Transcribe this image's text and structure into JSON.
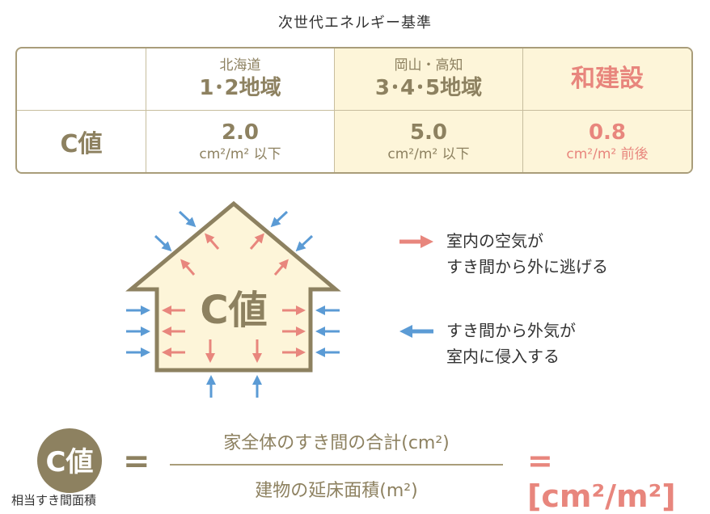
{
  "title": "次世代エネルギー基準",
  "table": {
    "col1_top": "北海道",
    "col1_main": "1･2地域",
    "col2_top": "岡山・高知",
    "col2_main": "3･4･5地域",
    "col3_main": "和建設",
    "row_label": "C値",
    "val1": "2.0",
    "val1_unit": "cm²/m² 以下",
    "val2": "5.0",
    "val2_unit": "cm²/m² 以下",
    "val3": "0.8",
    "val3_unit": "cm²/m² 前後"
  },
  "house_label": "C値",
  "legend": {
    "out_line1": "室内の空気が",
    "out_line2": "すき間から外に逃げる",
    "in_line1": "すき間から外気が",
    "in_line2": "室内に侵入する"
  },
  "formula": {
    "badge": "C値",
    "badge_sub": "相当すき間面積",
    "equals": "=",
    "numerator": "家全体のすき間の合計(cm²)",
    "denominator": "建物の延床面積(m²)",
    "result": "= [cm²/m²]"
  },
  "colors": {
    "olive": "#8d8160",
    "cream": "#fdf5d9",
    "pink": "#e8867d",
    "blue": "#5b9bd5"
  }
}
